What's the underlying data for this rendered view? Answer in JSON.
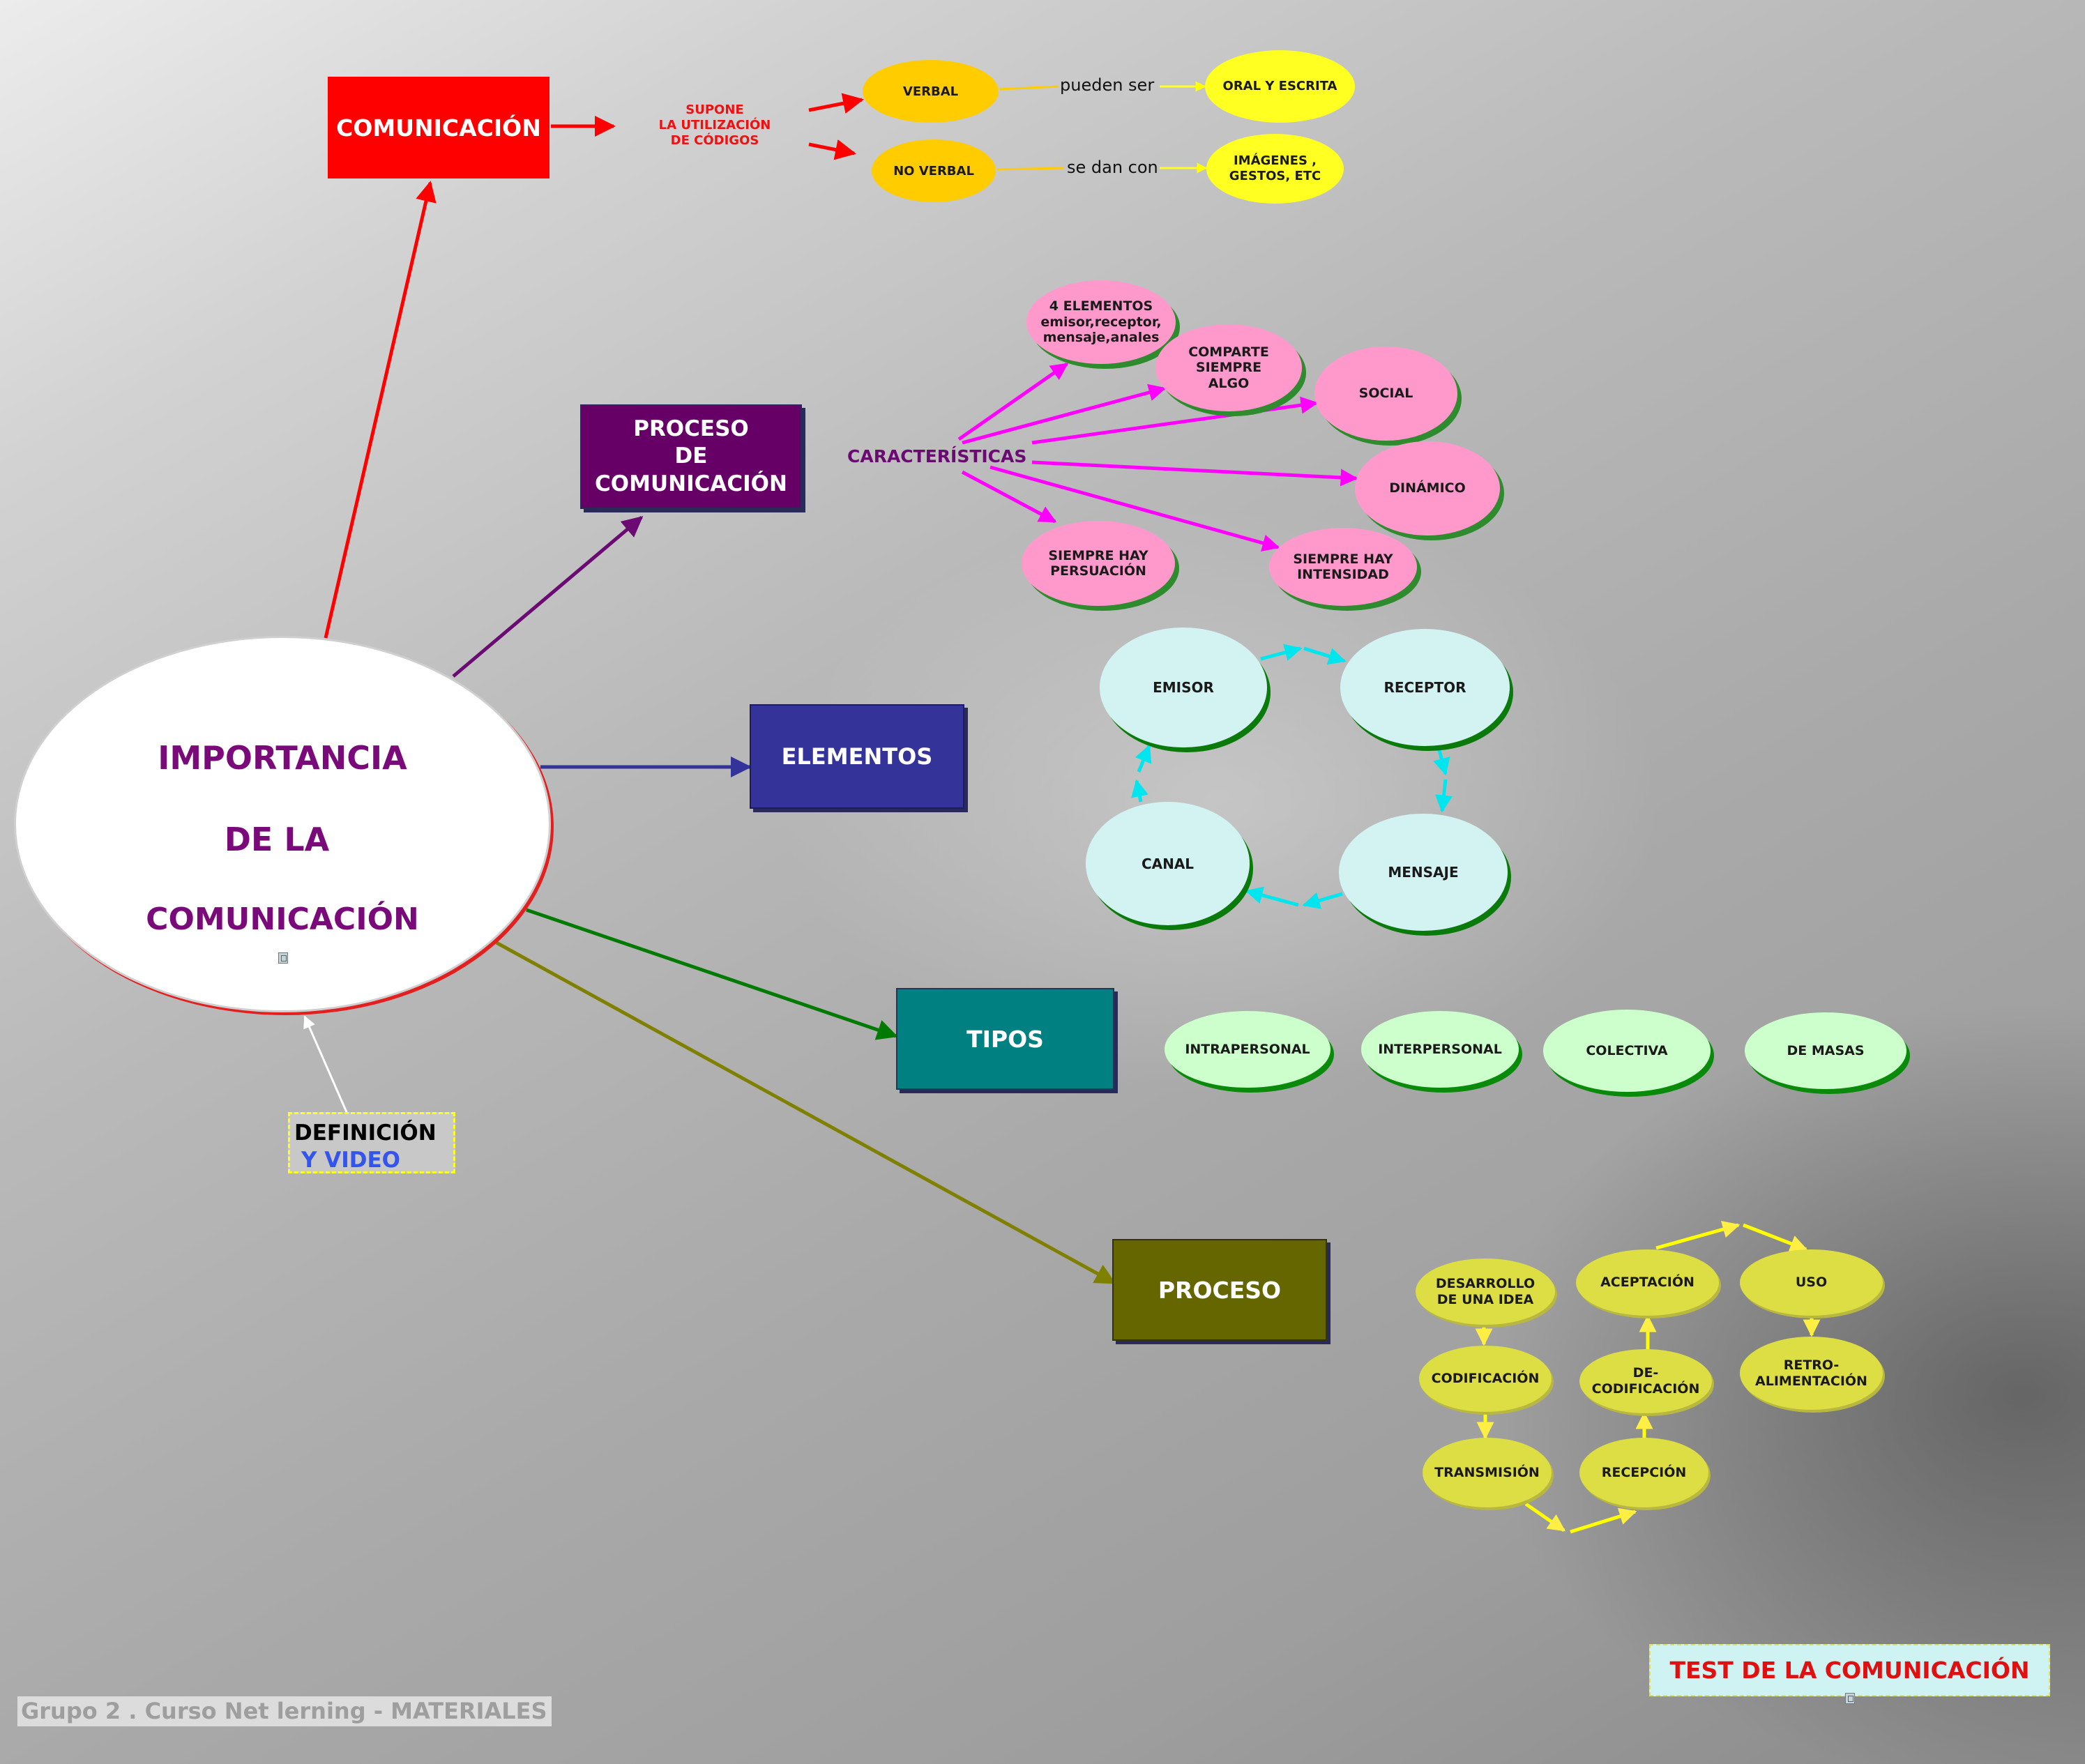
{
  "root": {
    "lines": [
      "IMPORTANCIA",
      "DE LA",
      "COMUNICACIÓN"
    ]
  },
  "comunicacion": {
    "title": "COMUNICACIÓN",
    "supone": "SUPONE\nLA UTILIZACIÓN\nDE CÓDIGOS",
    "verbal": "VERBAL",
    "no_verbal": "NO VERBAL",
    "pueden_ser": "pueden ser",
    "se_dan_con": "se dan con",
    "oral_escrita": "ORAL Y ESCRITA",
    "imagenes": "IMÁGENES ,\nGESTOS, ETC"
  },
  "proceso_comunicacion": {
    "title": "PROCESO\nDE\nCOMUNICACIÓN",
    "caracteristicas_label": "CARACTERÍSTICAS",
    "caracteristicas": [
      "4 ELEMENTOS\nemisor,receptor,\nmensaje,anales",
      "COMPARTE\nSIEMPRE\nALGO",
      "SOCIAL",
      "DINÁMICO",
      "SIEMPRE HAY\nPERSUACIÓN",
      "SIEMPRE HAY\nINTENSIDAD"
    ]
  },
  "elementos": {
    "title": "ELEMENTOS",
    "items": [
      "EMISOR",
      "RECEPTOR",
      "MENSAJE",
      "CANAL"
    ]
  },
  "tipos": {
    "title": "TIPOS",
    "items": [
      "INTRAPERSONAL",
      "INTERPERSONAL",
      "COLECTIVA",
      "DE MASAS"
    ]
  },
  "proceso": {
    "title": "PROCESO",
    "steps": {
      "desarrollo": "DESARROLLO\nDE UNA IDEA",
      "codificacion": "CODIFICACIÓN",
      "transmision": "TRANSMISIÓN",
      "recepcion": "RECEPCIÓN",
      "decodificacion": "DE-\nCODIFICACIÓN",
      "aceptacion": "ACEPTACIÓN",
      "uso": "USO",
      "retro": "RETRO-\nALIMENTACIÓN"
    }
  },
  "definicion": {
    "line1": "DEFINICIÓN",
    "line2": "Y VIDEO"
  },
  "test": "TEST DE LA COMUNICACIÓN",
  "footer": "Grupo 2  . Curso Net lerning - MATERIALES",
  "colors": {
    "comunicacion": "#ff0000",
    "proceso_comunicacion": "#660066",
    "elementos": "#333399",
    "tipos": "#008080",
    "proceso": "#666600",
    "magenta_arrow": "#ff00ff",
    "cyan_arrow": "#00e5ee",
    "yellow_arrow": "#ffff00"
  }
}
